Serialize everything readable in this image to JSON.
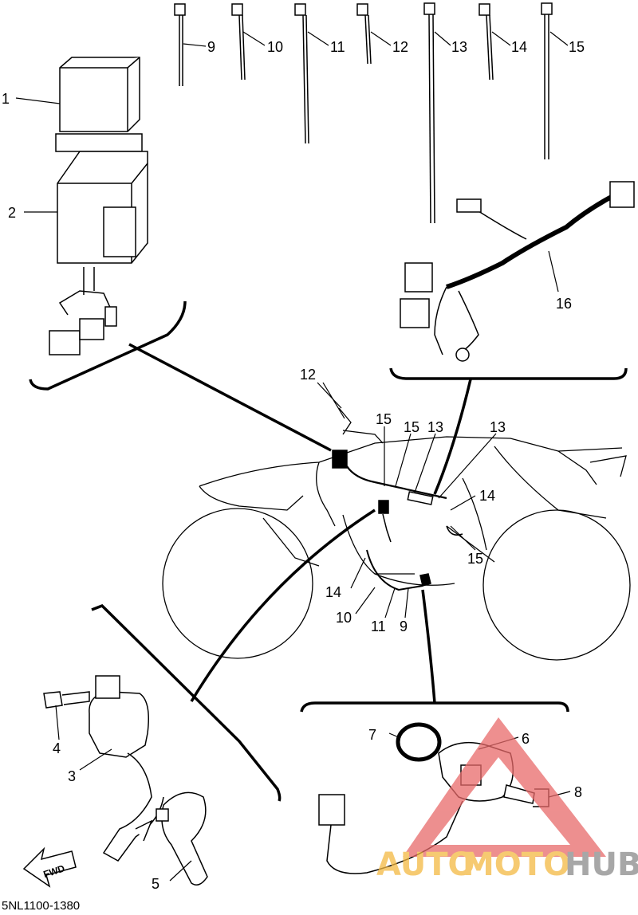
{
  "diagram_code": "5NL1100-1380",
  "fwd_label": "FWD",
  "watermark": {
    "text_auto": "AUTO",
    "text_moto": "MOTO",
    "text_hub": "HUB",
    "color_auto": "#f4b942",
    "color_moto": "#f4b942",
    "color_hub": "#8a8a8a",
    "triangle_color": "#e86a6a"
  },
  "callouts": {
    "p1": "1",
    "p2": "2",
    "p3": "3",
    "p4": "4",
    "p5": "5",
    "p6": "6",
    "p7": "7",
    "p8": "8",
    "p9_top": "9",
    "p10_top": "10",
    "p11_top": "11",
    "p12_top": "12",
    "p13_top": "13",
    "p14_top": "14",
    "p15_top": "15",
    "p16": "16",
    "p12_bike": "12",
    "p15_bike_a": "15",
    "p15_bike_b": "15",
    "p13_bike_a": "13",
    "p13_bike_b": "13",
    "p14_bike_a": "14",
    "p15_bike_c": "15",
    "p14_bike_b": "14",
    "p10_bike": "10",
    "p11_bike": "11",
    "p9_bike": "9"
  }
}
